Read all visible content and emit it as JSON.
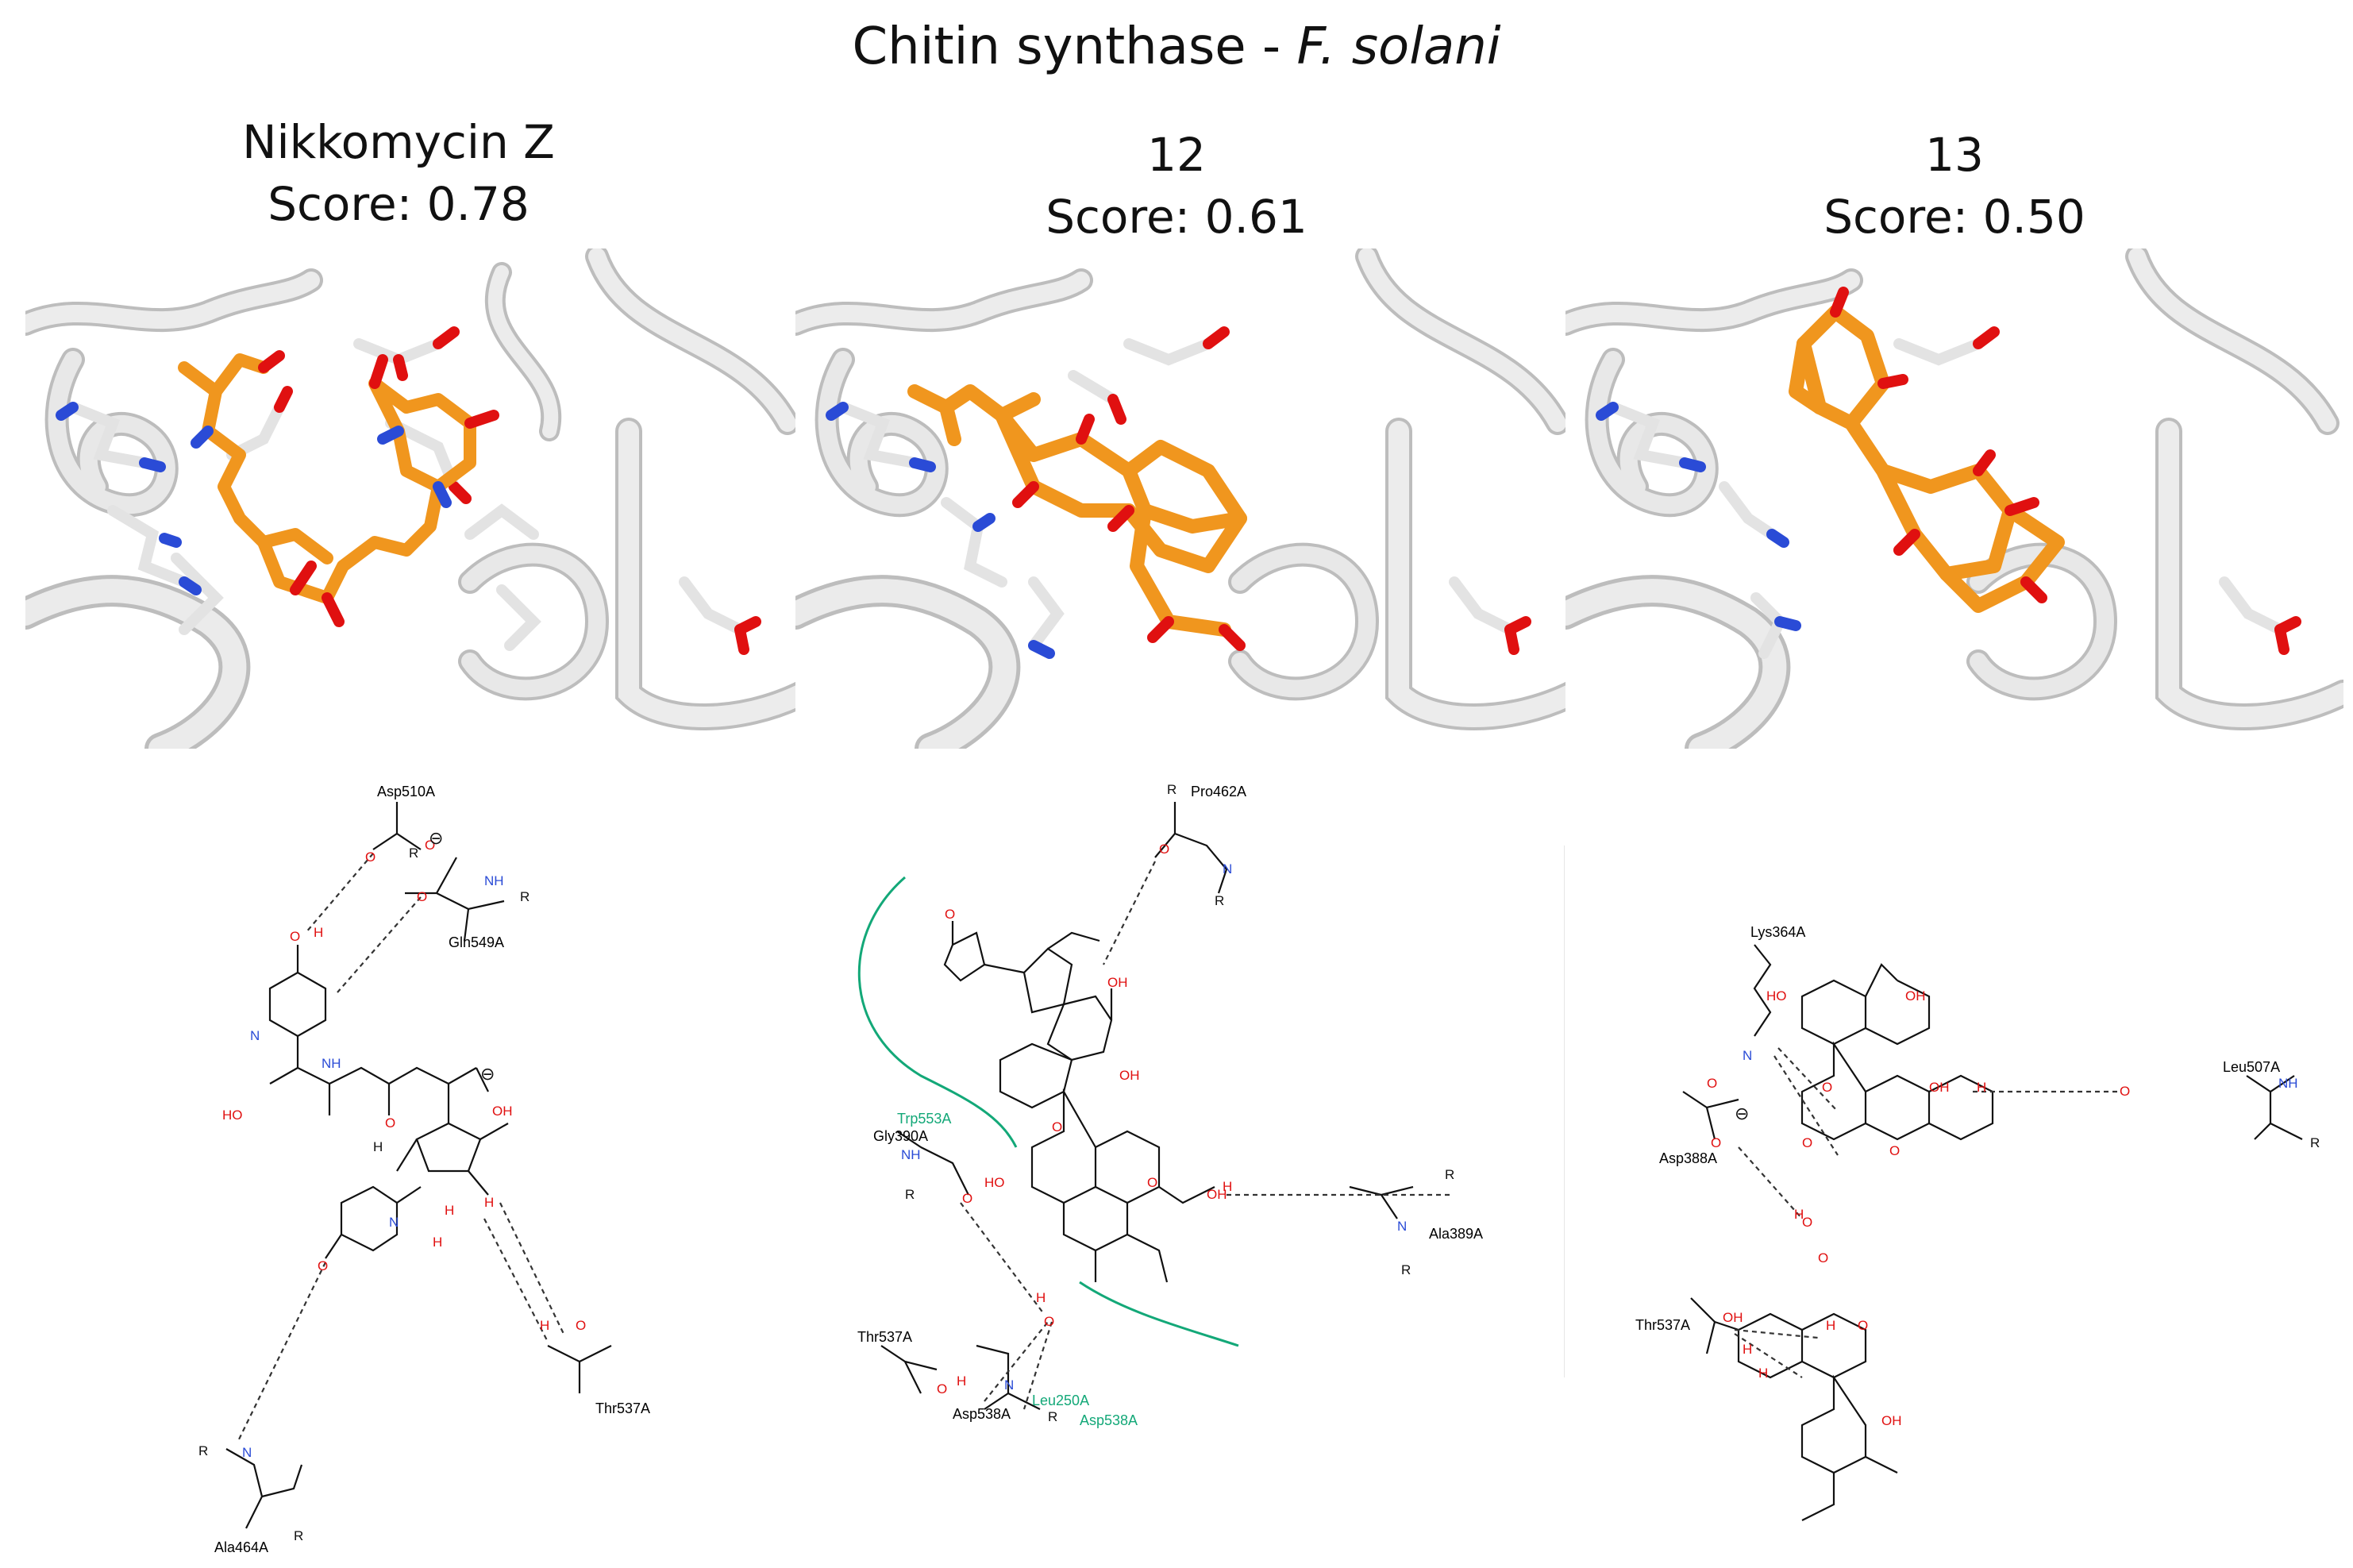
{
  "figure": {
    "title_prefix": "Chitin synthase - ",
    "title_species": "F. solani"
  },
  "panels": [
    {
      "ligand": "Nikkomycin Z",
      "score": "Score: 0.78"
    },
    {
      "ligand": "12",
      "score": "Score: 0.61"
    },
    {
      "ligand": "13",
      "score": "Score: 0.50"
    }
  ],
  "colors": {
    "ligand": "#f0961e",
    "protein": "#d9d9d9",
    "oxygen": "#e01010",
    "nitrogen": "#2a4bd6",
    "hbond": "#333333",
    "hydrophobic": "#13a878"
  },
  "diagram1": {
    "residues": [
      "Asp510A",
      "Gln549A",
      "Thr537A",
      "Ala464A"
    ],
    "atoms": [
      "O",
      "O",
      "O",
      "O",
      "O",
      "O",
      "O",
      "H",
      "H",
      "H",
      "H",
      "N",
      "N",
      "NH",
      "NH",
      "N",
      "HO",
      "OH"
    ],
    "other": [
      "R",
      "R",
      "R",
      "R",
      "NH",
      "H",
      "⊖",
      "⊖"
    ]
  },
  "diagram2": {
    "residues": [
      "Pro462A",
      "Gly390A",
      "Thr537A",
      "Asp538A",
      "Ala389A"
    ],
    "hydrophobic_labels": [
      "Trp553A",
      "Leu250A",
      "Asp538A"
    ],
    "atoms": [
      "O",
      "OH",
      "HO",
      "OH",
      "O",
      "O",
      "O",
      "O",
      "H",
      "H",
      "H",
      "H",
      "N",
      "NH",
      "OH",
      "H",
      "O",
      "O",
      "N",
      "N"
    ],
    "other": [
      "R",
      "R",
      "R",
      "R",
      "R",
      "R"
    ]
  },
  "diagram3": {
    "residues": [
      "Lys364A",
      "Leu507A",
      "Asp388A",
      "Thr537A"
    ],
    "atoms": [
      "HO",
      "OH",
      "O",
      "O",
      "OH",
      "O",
      "O",
      "O",
      "H",
      "H",
      "H",
      "H",
      "N",
      "N",
      "NH",
      "OH",
      "O",
      "O",
      "H",
      "O",
      "O",
      "OH"
    ],
    "other": [
      "R",
      "⊖"
    ]
  }
}
